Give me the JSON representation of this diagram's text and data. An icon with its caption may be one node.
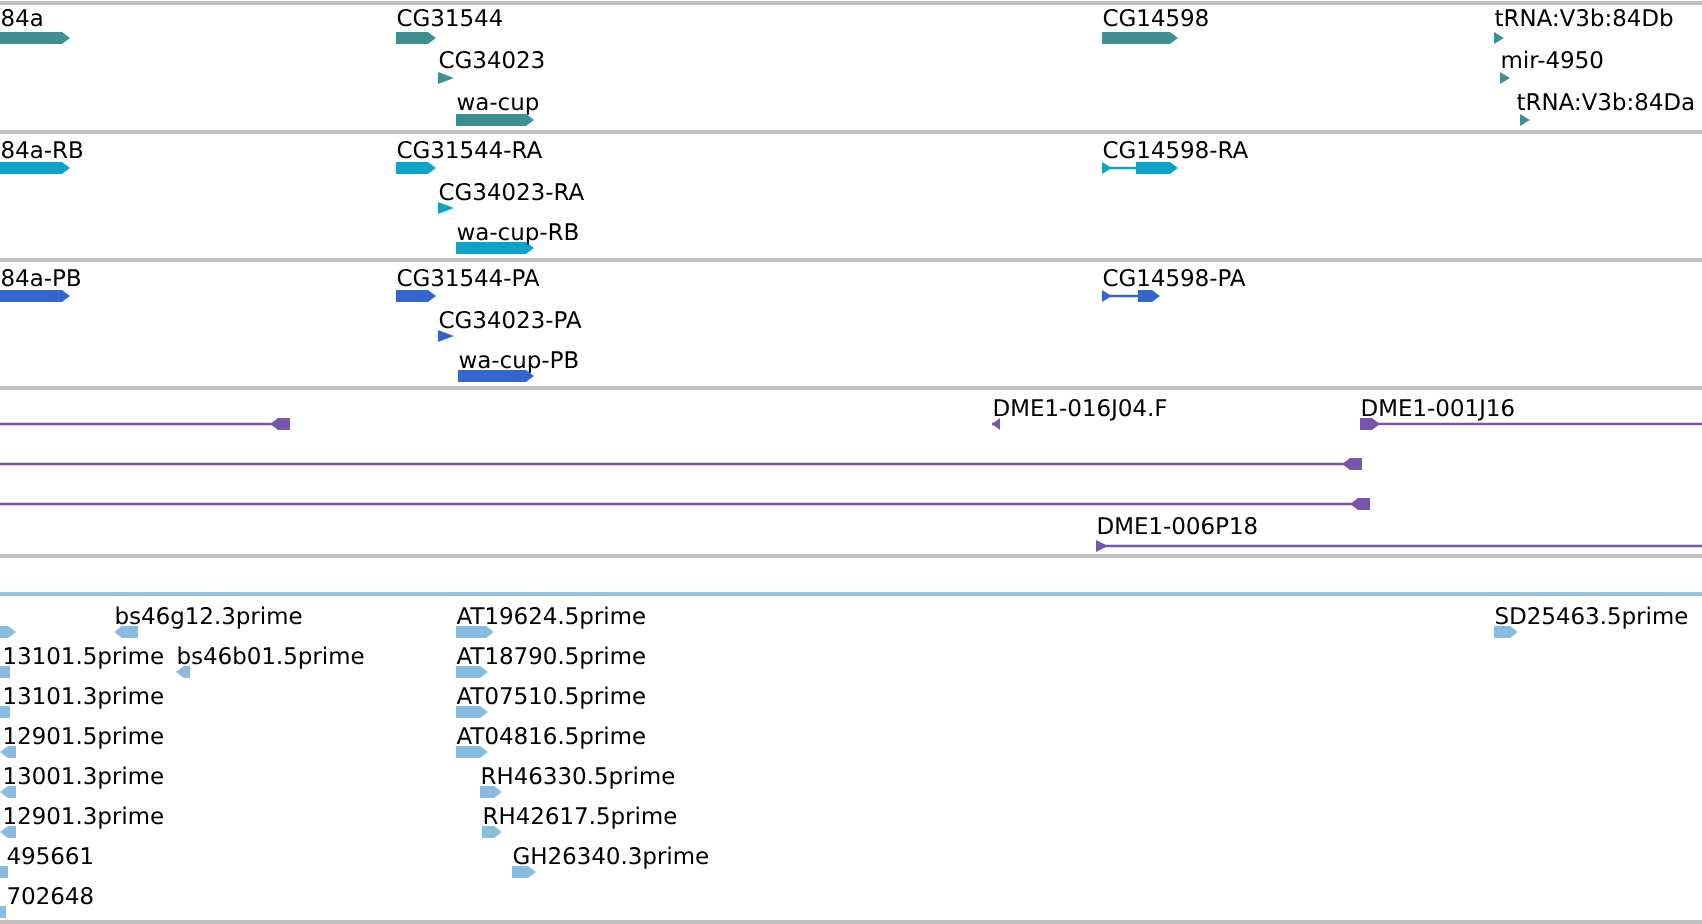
{
  "diagram": {
    "labels": [
      "84a",
      "CG31544",
      "CG14598",
      "tRNA:V3b:84Db",
      "CG34023",
      "mir-4950",
      "wa-cup",
      "tRNA:V3b:84Da",
      "84a-RB",
      "CG31544-RA",
      "CG14598-RA",
      "CG34023-RA",
      "wa-cup-RB",
      "84a-PB",
      "CG31544-PA",
      "CG14598-PA",
      "CG34023-PA",
      "wa-cup-PB",
      "DME1-016J04.F",
      "DME1-001J16",
      "DME1-006P18",
      "bs46g12.3prime",
      "AT19624.5prime",
      "SD25463.5prime",
      "13101.5prime",
      "bs46b01.5prime",
      "AT18790.5prime",
      "13101.3prime",
      "AT07510.5prime",
      "12901.5prime",
      "AT04816.5prime",
      "13001.3prime",
      "RH46330.5prime",
      "12901.3prime",
      "RH42617.5prime",
      "495661",
      "GH26340.3prime",
      "702648"
    ]
  }
}
